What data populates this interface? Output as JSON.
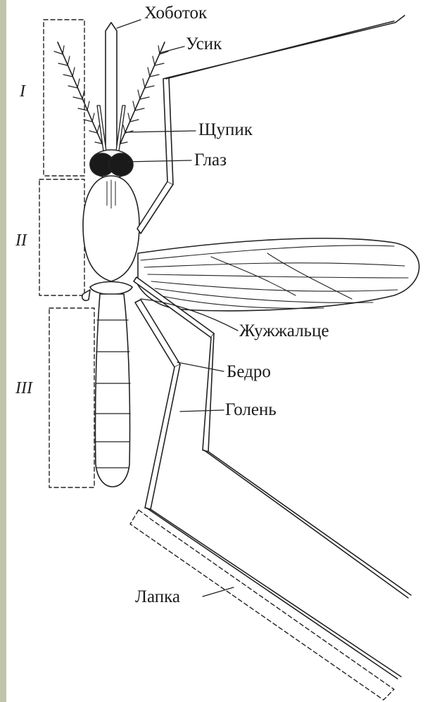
{
  "diagram": {
    "labels": {
      "proboscis": "Хоботок",
      "antenna": "Усик",
      "palp": "Щупик",
      "eye": "Глаз",
      "haltere": "Жужжальце",
      "femur": "Бедро",
      "tibia": "Голень",
      "tarsus": "Лапка"
    },
    "sections": {
      "head": "I",
      "thorax": "II",
      "abdomen": "III"
    },
    "colors": {
      "line": "#222222",
      "frame_bar": "#bfc5a9",
      "eye": "#1a1a1a"
    }
  }
}
